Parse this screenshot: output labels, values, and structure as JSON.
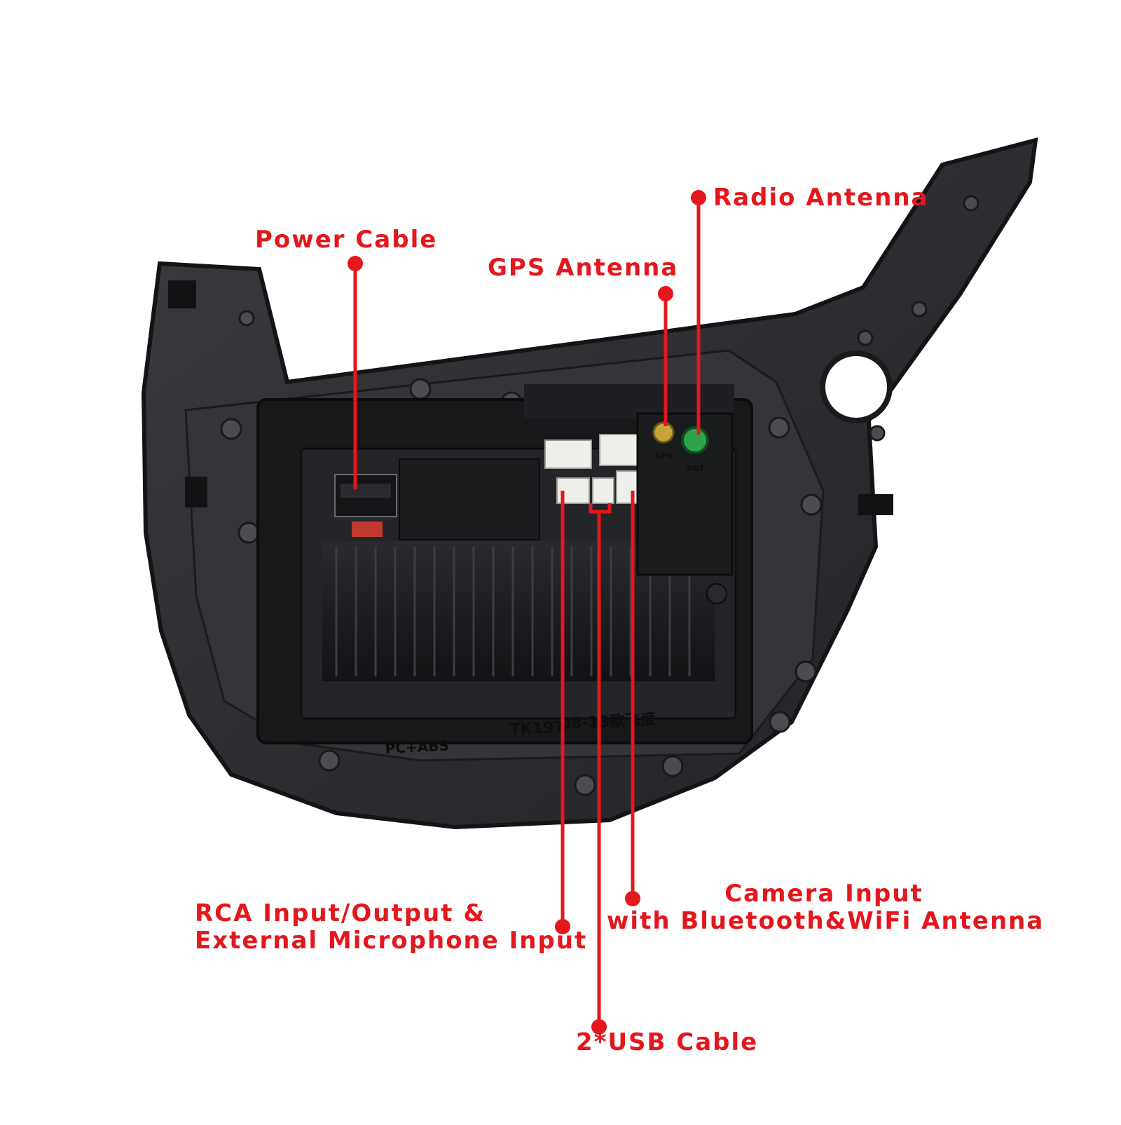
{
  "callouts": {
    "power_cable": "Power Cable",
    "gps_antenna": "GPS Antenna",
    "radio_antenna": "Radio Antenna",
    "rca_line1": "RCA Input/Output &",
    "rca_line2": "External Microphone Input",
    "camera_line1": "Camera Input",
    "camera_line2": "with Bluetooth&WiFi Antenna",
    "usb_cable": "2*USB Cable"
  },
  "mold_markings": {
    "model": "TK197",
    "code": "08-13款飞度",
    "material": "PC+ABS",
    "gps_port": "GPS",
    "ant_port": "ANT"
  },
  "colors": {
    "accent_red": "#e3171c",
    "bezel": "#2b2d30",
    "unit_body": "#1c1d1f",
    "connector": "#eeeeea",
    "gps_port": "#c9a43a",
    "radio_port": "#2ea34a"
  }
}
